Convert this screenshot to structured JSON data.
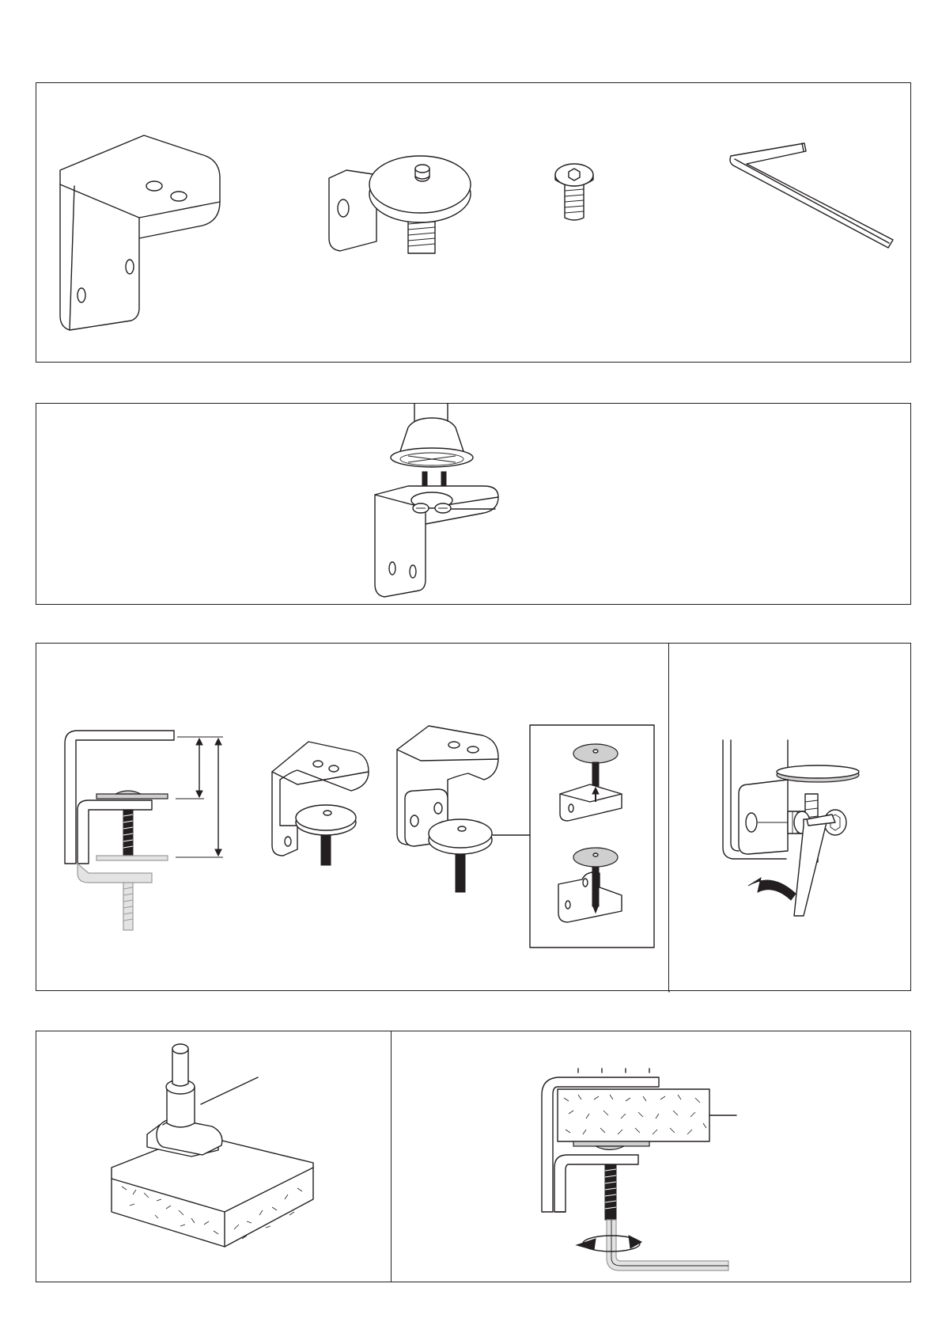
{
  "panels": [
    {
      "id": "parts"
    },
    {
      "id": "mount-bracket"
    },
    {
      "id": "clamp-adjust"
    },
    {
      "id": "tighten-screw"
    },
    {
      "id": "desk-edge"
    },
    {
      "id": "clamp-installed"
    }
  ],
  "parts": {
    "icons": [
      "l-bracket-icon",
      "clamp-plate-icon",
      "screw-icon",
      "hex-key-icon"
    ]
  },
  "colors": {
    "line": "#231f20",
    "fill_grey": "#cfcfcf",
    "fill_light": "#e3e3e3"
  }
}
